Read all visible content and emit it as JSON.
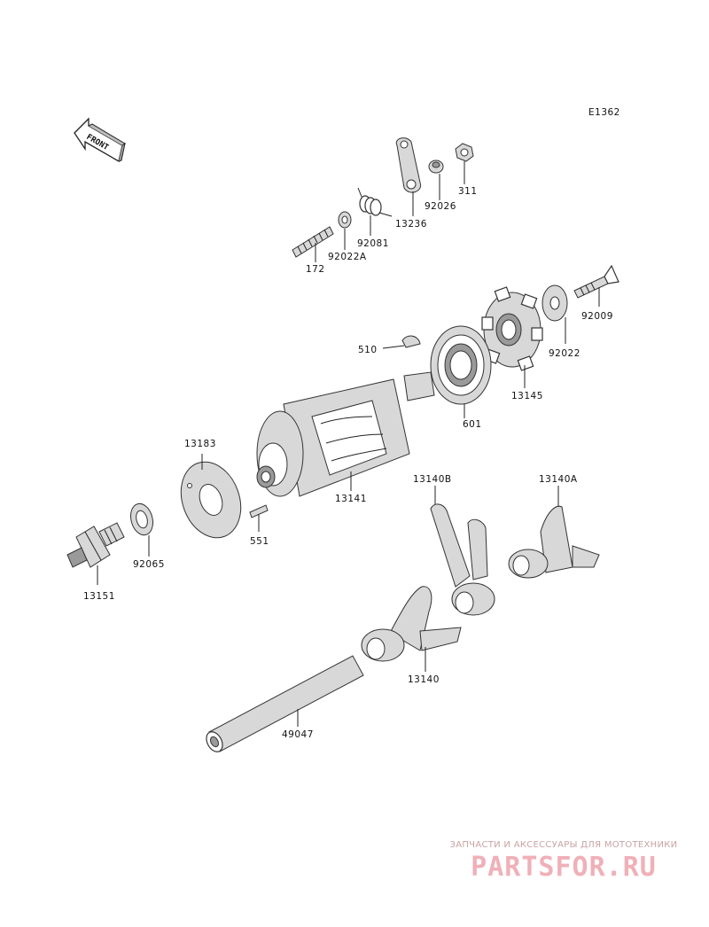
{
  "diagram_code": "E1362",
  "front_label": "FRONT",
  "parts": {
    "p172": "172",
    "p92022A": "92022A",
    "p92081": "92081",
    "p13236": "13236",
    "p92026": "92026",
    "p311": "311",
    "p92009": "92009",
    "p92022": "92022",
    "p13145": "13145",
    "p510": "510",
    "p601": "601",
    "p13141": "13141",
    "p13183": "13183",
    "p551": "551",
    "p92065": "92065",
    "p13151": "13151",
    "p13140B": "13140B",
    "p13140A": "13140A",
    "p13140": "13140",
    "p49047": "49047"
  },
  "watermark": {
    "caption": "ЗАПЧАСТИ И АКСЕССУАРЫ ДЛЯ МОТОТЕХНИКИ",
    "brand": "PARTSFOR.RU",
    "color": "#f0b0b8"
  }
}
